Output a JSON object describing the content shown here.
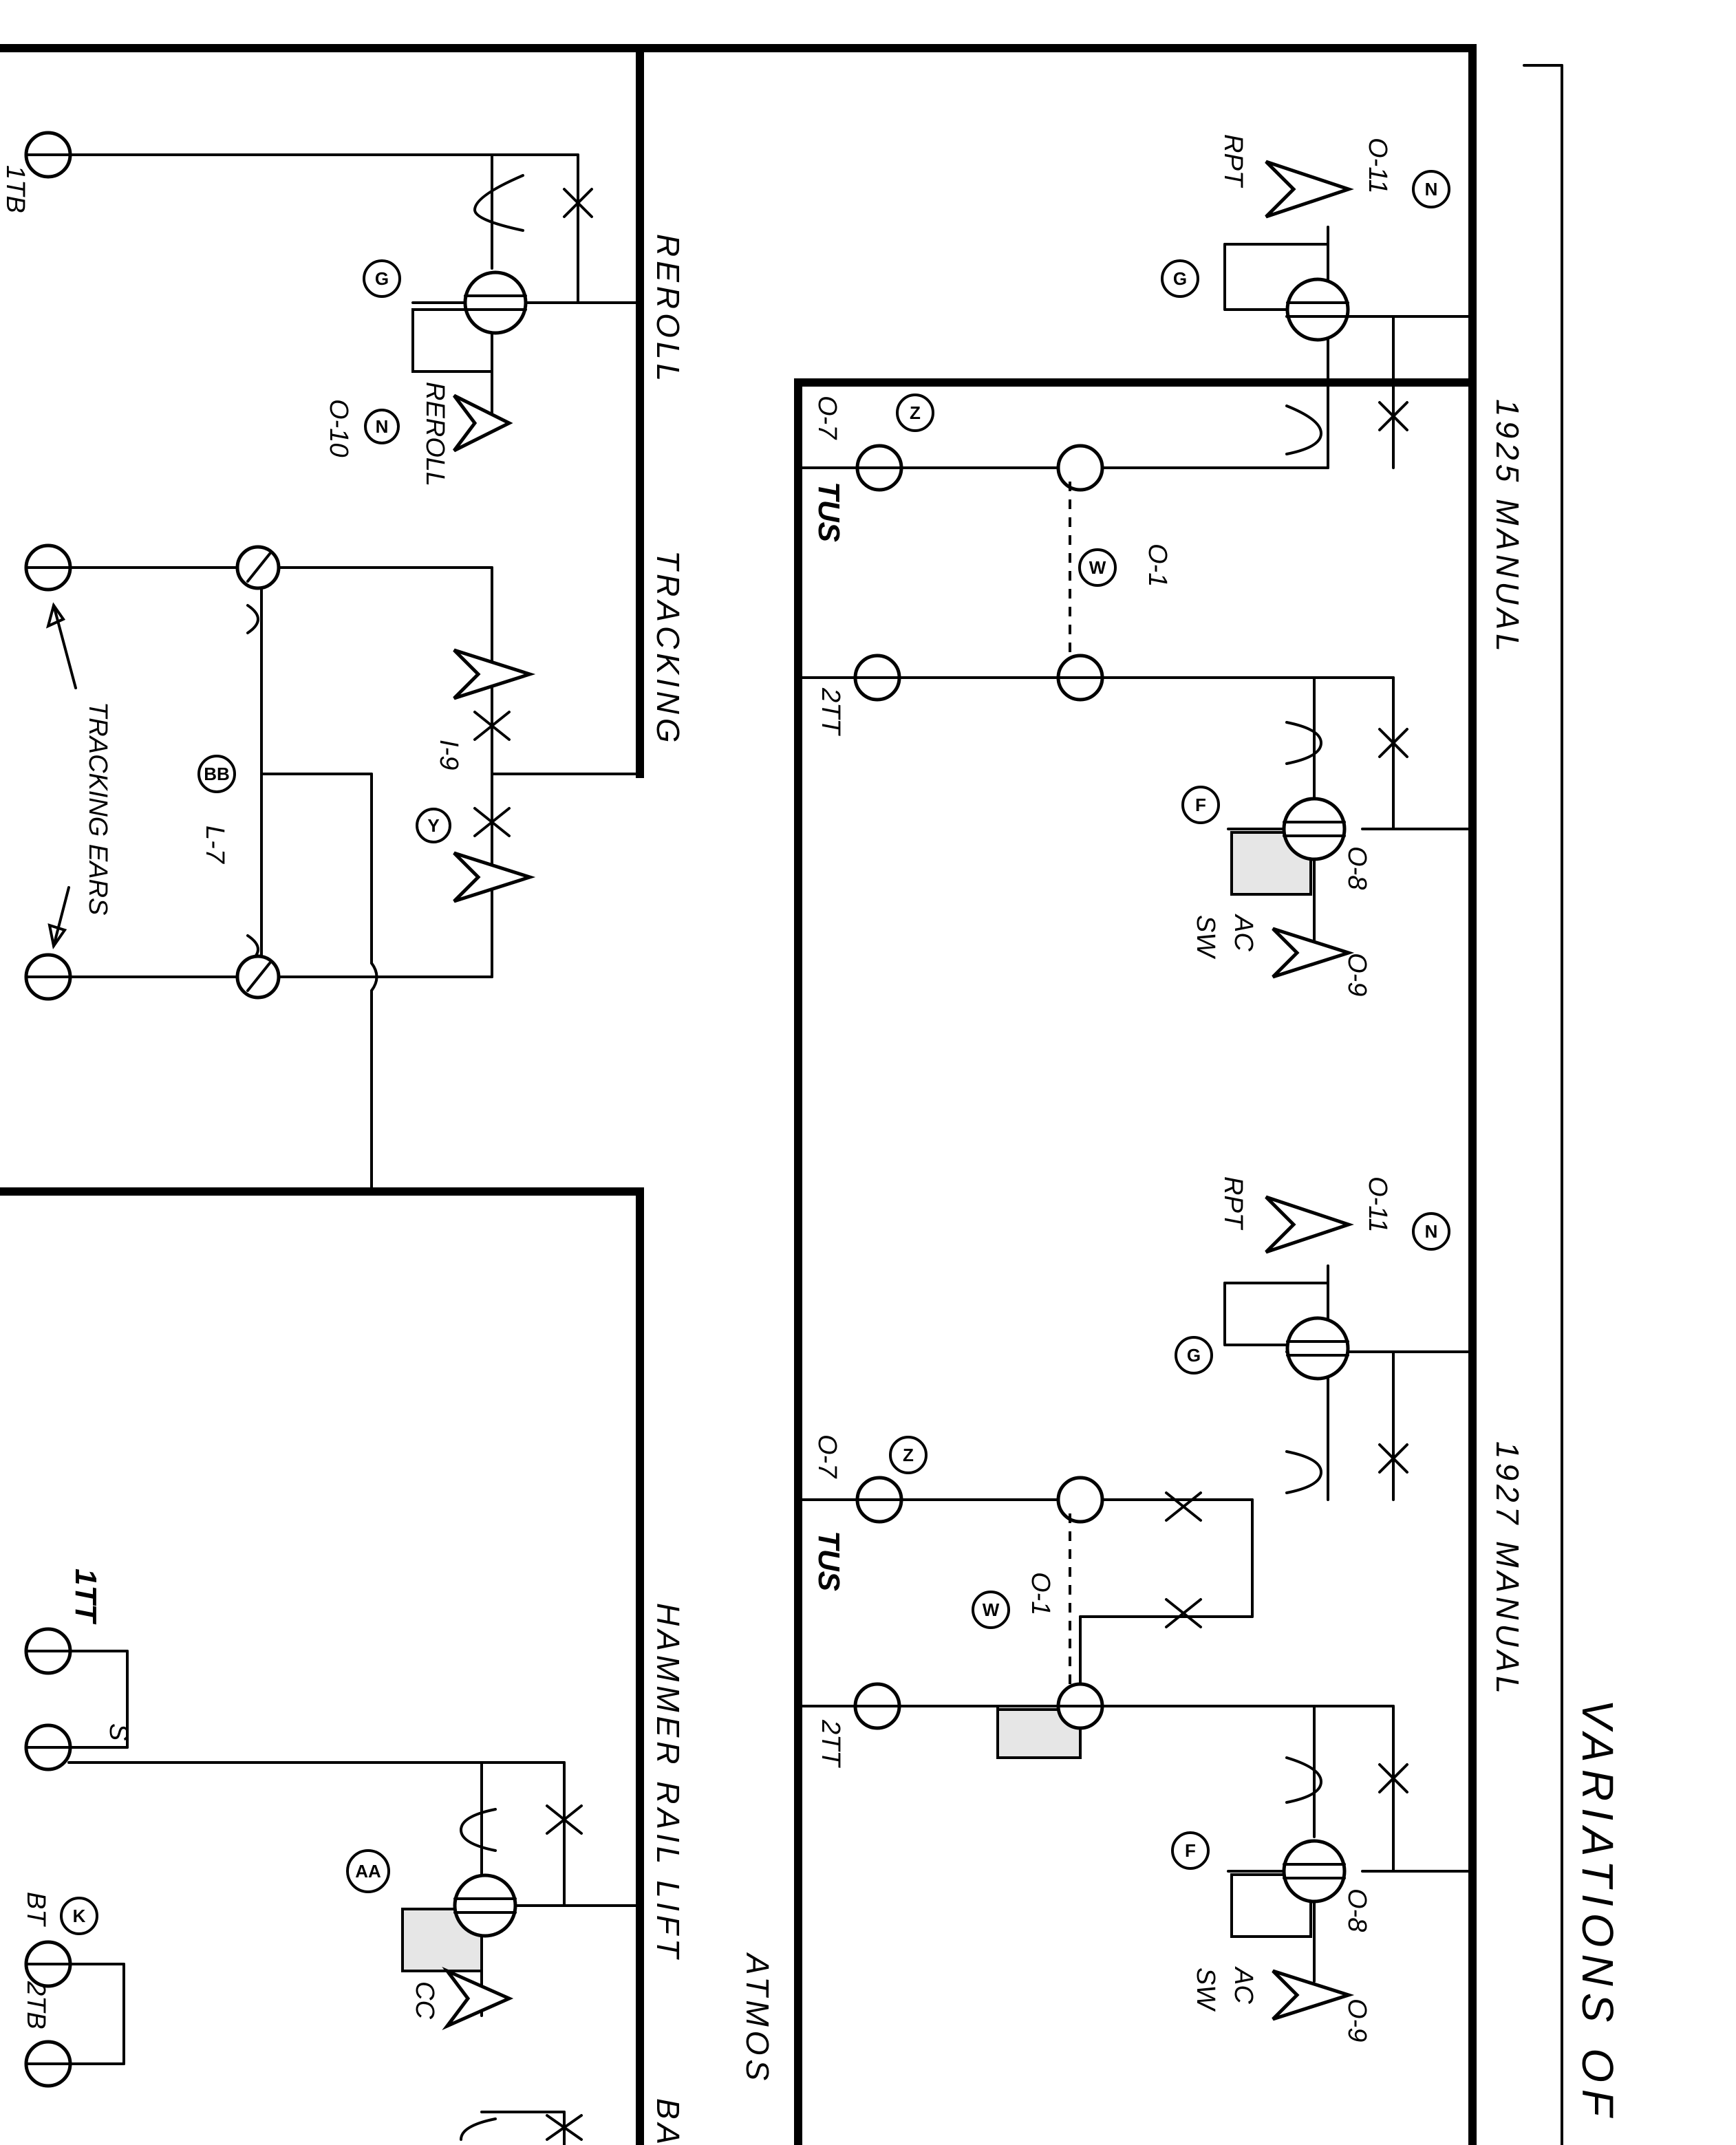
{
  "title": "VARIATIONS OF",
  "sections": {
    "reroll": "REROLL",
    "tracking": "TRACKING",
    "hammer_rail_lift": "HAMMER RAIL LIFT",
    "manual_1925": "1925 MANUAL",
    "manual_1927": "1927 MANUAL",
    "atmos": "ATMOS",
    "ba": "BA"
  },
  "labels": {
    "reroll_valve": "REROLL",
    "reroll_num": "O-10",
    "tracking_ears": "TRACKING EARS",
    "i9": "I-9",
    "l7": "L-7",
    "tt1": "1TT",
    "tb1": "1TB",
    "tb2": "2TB",
    "tt2": "2TT",
    "s": "S",
    "bt": "BT",
    "cc": "CC",
    "rpt": "RPT",
    "o11": "O-11",
    "o7": "O-7",
    "tus": "TUS",
    "o1": "O-1",
    "o8": "O-8",
    "o9": "O-9",
    "ac": "AC",
    "sw": "SW"
  },
  "tags": {
    "g": "G",
    "n": "N",
    "z": "Z",
    "w": "W",
    "f": "F",
    "y": "Y",
    "bb": "BB",
    "aa": "AA",
    "k": "K"
  }
}
